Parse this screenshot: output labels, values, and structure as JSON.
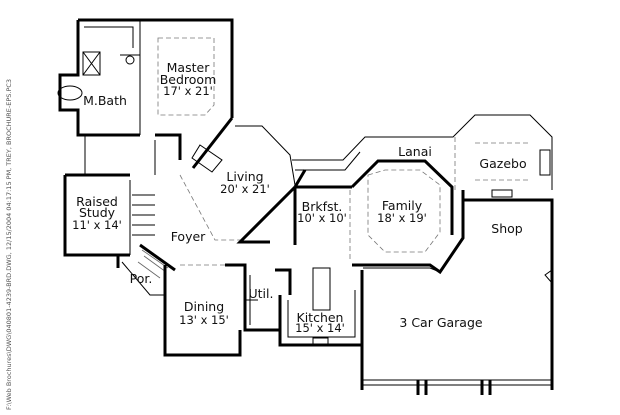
{
  "file_stamp": "F:\\Web Brochures\\DWG\\040801-4239-BRD.DWG, 12/15/2004 04:17:15 PM, TREY, BROCHURE-EPS.PC3",
  "rooms": {
    "master_bedroom": {
      "name_line1": "Master",
      "name_line2": "Bedroom",
      "size": "17' x 21'"
    },
    "master_bath": {
      "name": "M.Bath"
    },
    "living": {
      "name": "Living",
      "size": "20' x 21'"
    },
    "raised_study": {
      "name_line1": "Raised",
      "name_line2": "Study",
      "size": "11' x 14'"
    },
    "foyer": {
      "name": "Foyer"
    },
    "porch": {
      "name": "Por."
    },
    "dining": {
      "name": "Dining",
      "size": "13' x 15'"
    },
    "utility": {
      "name": "Util."
    },
    "kitchen": {
      "name": "Kitchen",
      "size": "15' x 14'"
    },
    "breakfast": {
      "name": "Brkfst.",
      "size": "10' x 10'"
    },
    "family": {
      "name": "Family",
      "size": "18' x 19'"
    },
    "lanai": {
      "name": "Lanai"
    },
    "gazebo": {
      "name": "Gazebo"
    },
    "shop": {
      "name": "Shop"
    },
    "garage": {
      "name": "3 Car Garage"
    }
  }
}
